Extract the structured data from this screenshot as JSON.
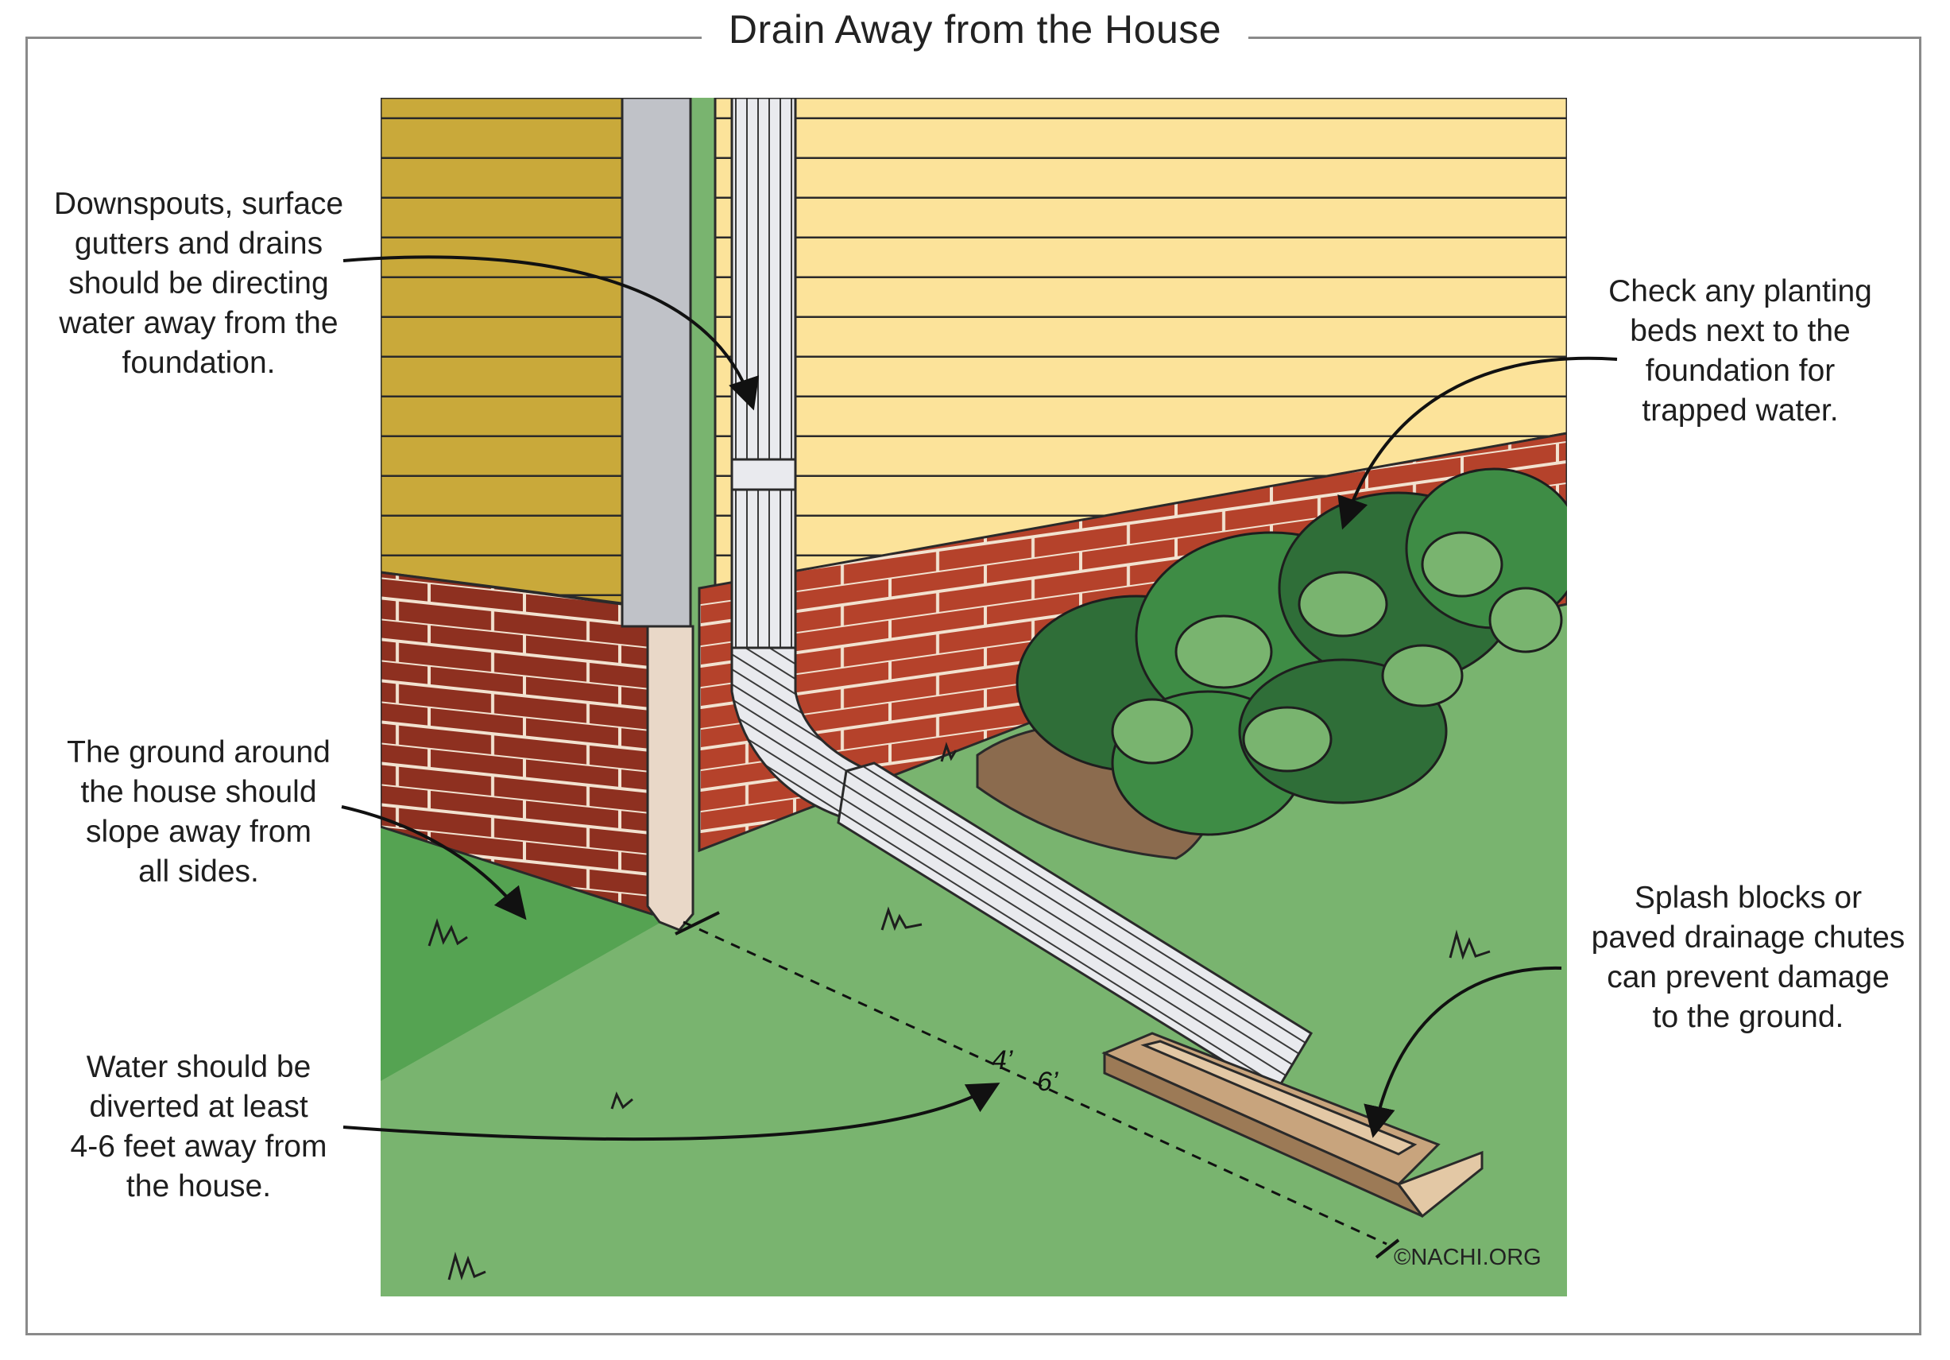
{
  "title": "Drain Away from the House",
  "callouts": {
    "downspouts": [
      "Downspouts, surface",
      "gutters and drains",
      "should be directing",
      "water away from the",
      "foundation."
    ],
    "planting": [
      "Check any planting",
      "beds next to the",
      "foundation for",
      "trapped water."
    ],
    "ground": [
      "The ground around",
      "the house should",
      "slope away from",
      "all sides."
    ],
    "diverted": [
      "Water should be",
      "diverted at least",
      "4-6 feet away from",
      "the house."
    ],
    "splash": [
      "Splash blocks or",
      "paved drainage chutes",
      "can prevent damage",
      "to the ground."
    ]
  },
  "distance_labels": {
    "four": "4’",
    "six": "6’"
  },
  "copyright": "©NACHI.ORG",
  "colors": {
    "siding_light": "#FCE39A",
    "siding_dark": "#C9A93A",
    "brick": "#B5422B",
    "brick_dark": "#8E3020",
    "grass": "#79B46F",
    "grass_dark": "#55A352",
    "downspout": "#C0C2C8",
    "foliage": "#3E8C45",
    "splash_block": "#C8A47D"
  }
}
